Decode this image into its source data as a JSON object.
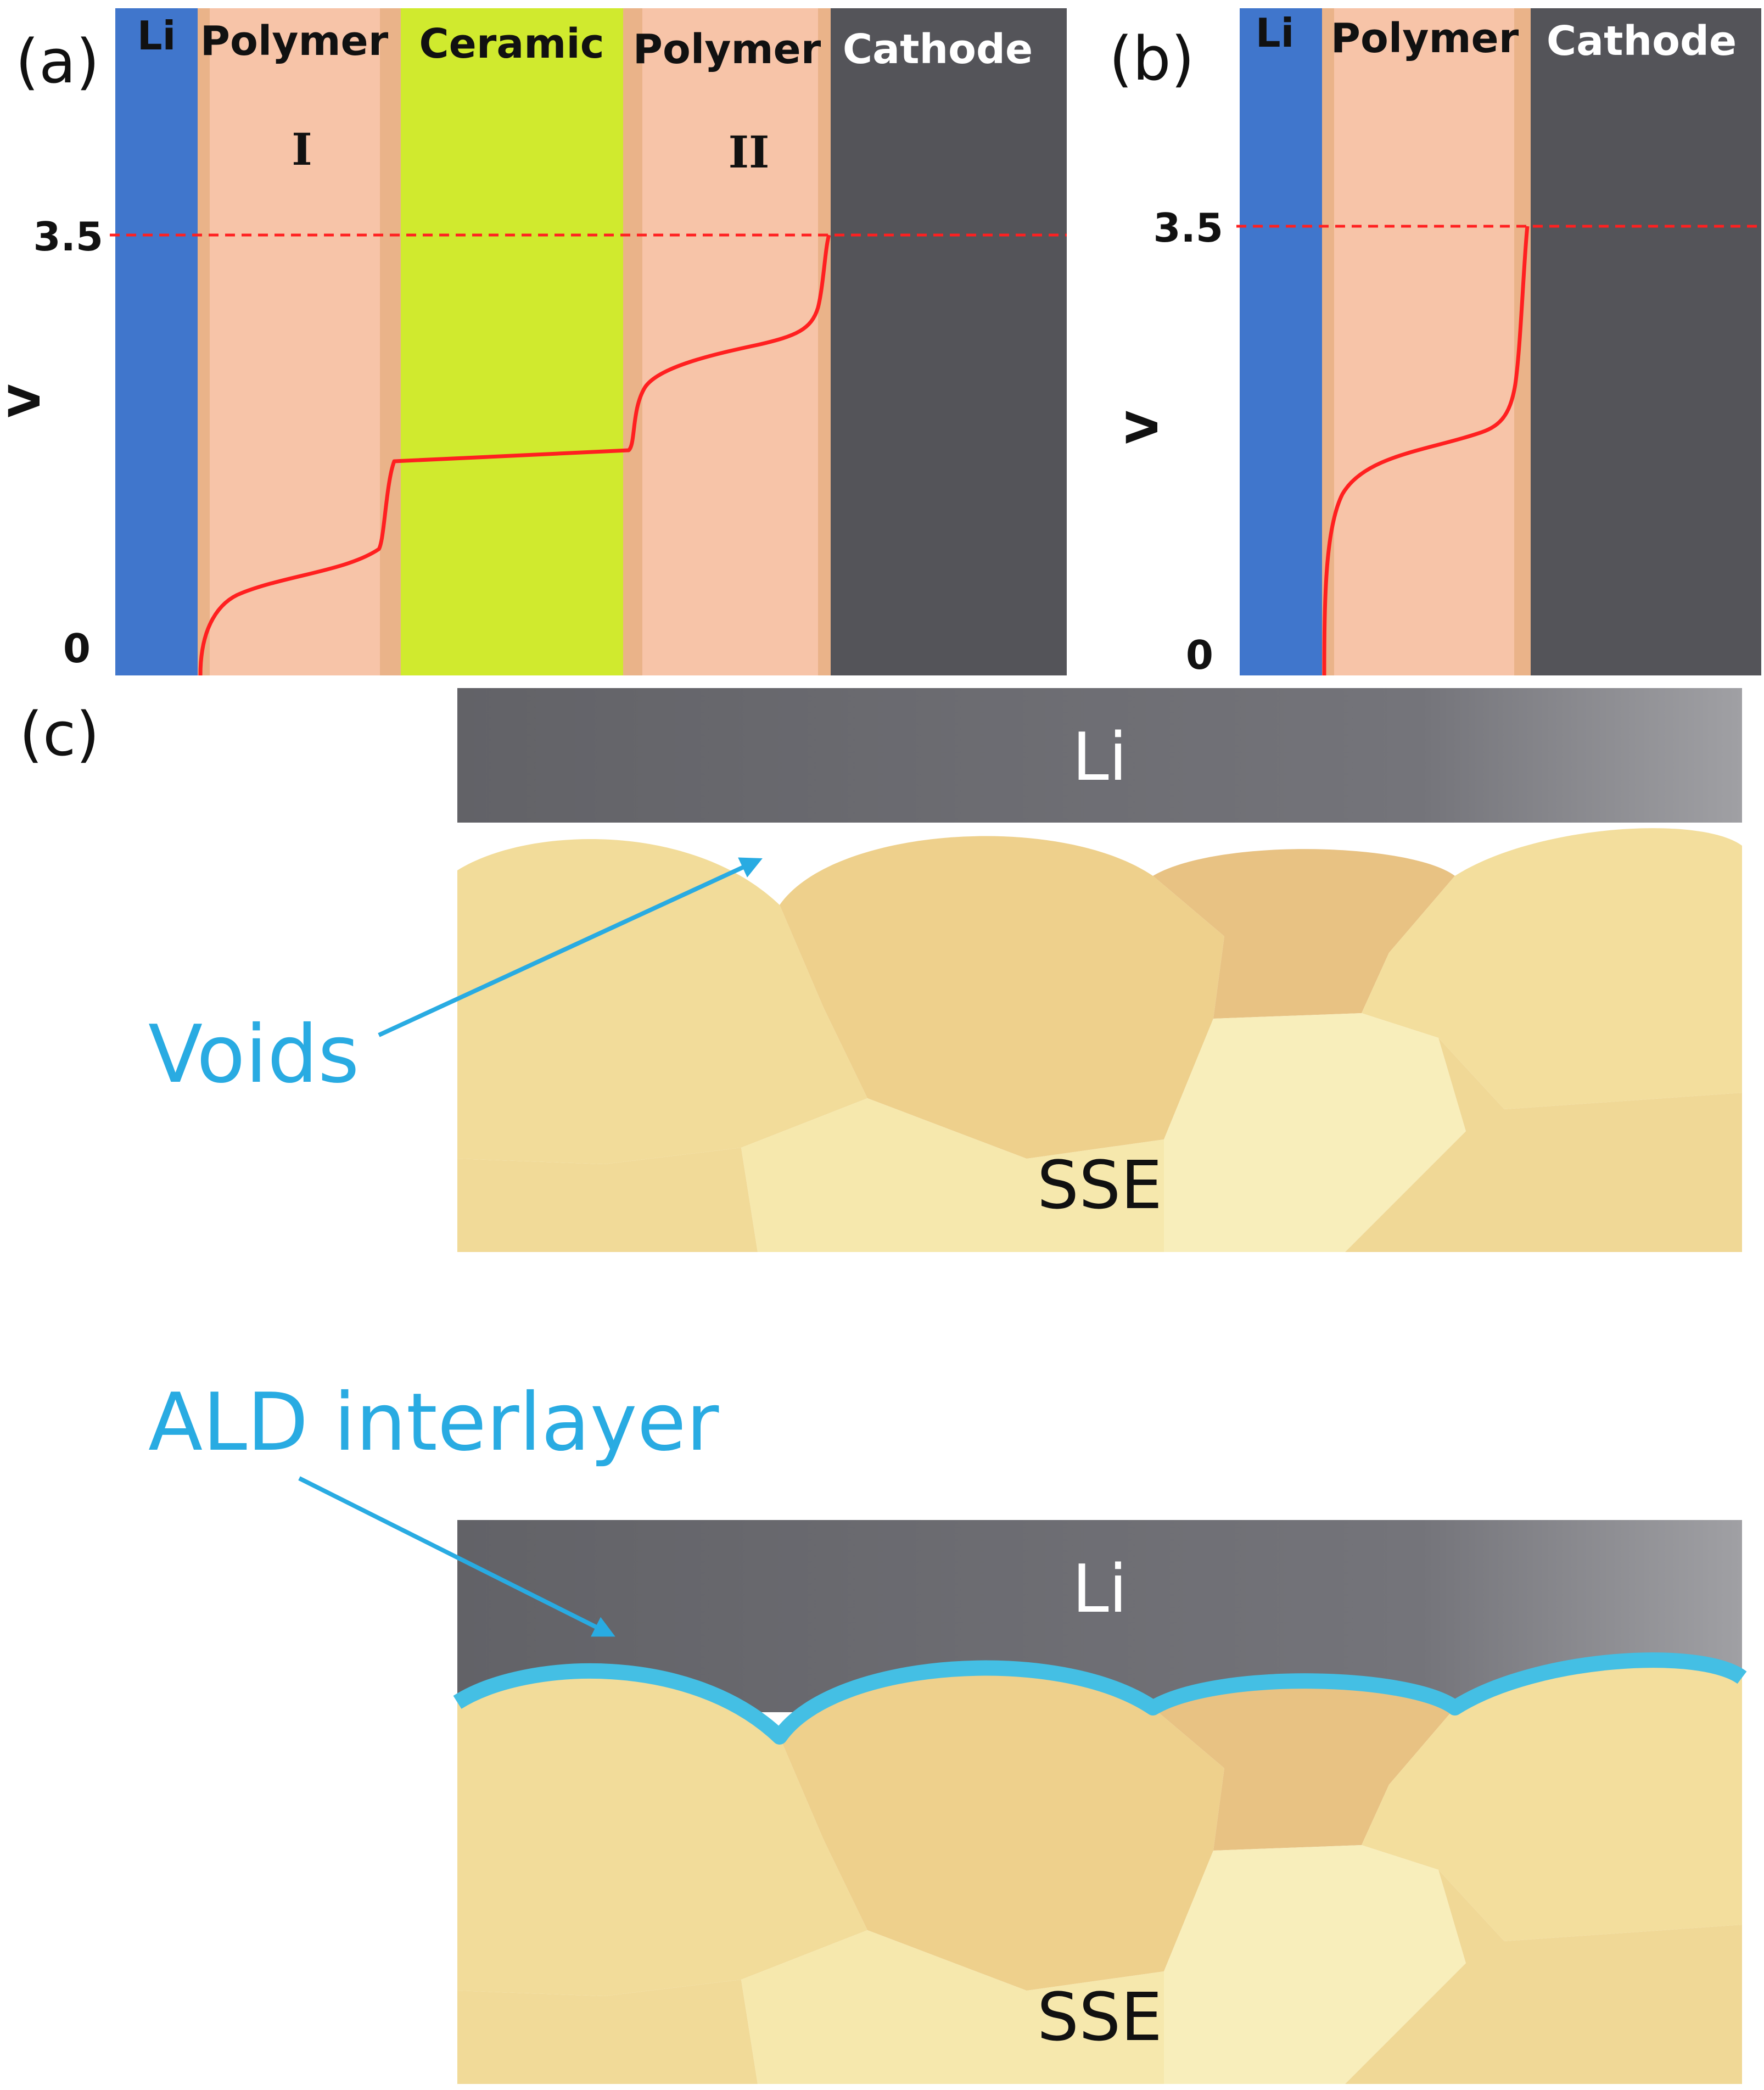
{
  "panel_a": {
    "panel_label": "(a)",
    "layers": {
      "li": "Li",
      "polymer_1": "Polymer",
      "polymer_1_numeral": "I",
      "ceramic": "Ceramic",
      "polymer_2": "Polymer",
      "polymer_2_numeral": "II",
      "cathode": "Cathode"
    },
    "y_axis_label": "V",
    "y_tick_top": "3.5",
    "y_tick_bottom": "0"
  },
  "panel_b": {
    "panel_label": "(b)",
    "layers": {
      "li": "Li",
      "polymer": "Polymer",
      "cathode": "Cathode"
    },
    "y_axis_label": "V",
    "y_tick_top": "3.5",
    "y_tick_bottom": "0"
  },
  "panel_c": {
    "panel_label": "(c)",
    "top": {
      "li_label": "Li",
      "sse_label": "SSE",
      "callout": "Voids"
    },
    "bottom": {
      "li_label": "Li",
      "sse_label": "SSE",
      "callout": "ALD interlayer"
    }
  },
  "colors": {
    "li_blue": "#4076cc",
    "polymer": "#f7c4a8",
    "polymer_edge": "#eab389",
    "ceramic": "#d0ea2e",
    "cathode": "#545459",
    "potential_curve": "#ff2020",
    "li_metal_gray": "#6b6b70",
    "sse_grain": "#f2da92",
    "callout_blue": "#29abe2",
    "ald_layer": "#44bfe4"
  }
}
